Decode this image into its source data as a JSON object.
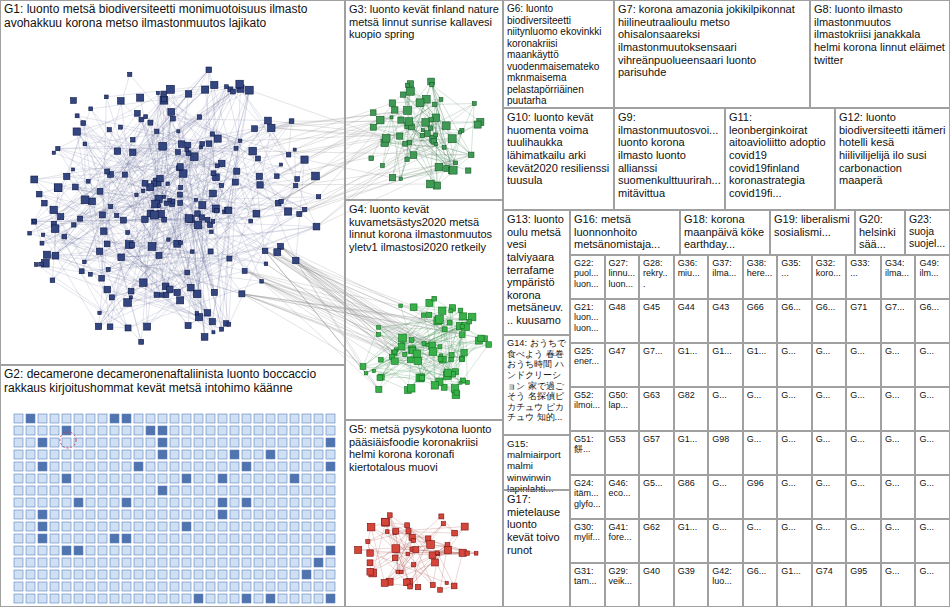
{
  "diagram": {
    "nodes": [
      {
        "text": [
          "G1: luonto metsä biodiversiteetti monimuotoisuus ilmasto avohakkuu korona metso ilmastonmuutos lajikato"
        ]
      },
      {
        "text": [
          "G2: decamerone decameronenaftaliinista luonto boccaccio rakkaus kirjoitushommat kevät metsä intohimo käänne"
        ]
      },
      {
        "text": [
          "G3: luonto kevät finland nature metsä linnut sunrise kallavesi kuopio spring"
        ]
      },
      {
        "text": [
          "G4: luonto kevät kuvametsästys2020 metsä linnut korona ilmastonmuutos yletv1 ilmastosi2020 retkeily"
        ]
      },
      {
        "text": [
          "G5: metsä pysykotona luonto pääsiäisfoodie koronakriisi helmi korona koronafi kiertotalous muovi"
        ]
      },
      {
        "text": [
          "G6: luonto biodiversiteetti niitynluomo ekovinkki koronakriisi maankäyttö vuodenmaisemateko mknmaisema pelastapörriäinen puutarha"
        ]
      },
      {
        "text": [
          "G7: korona amazonia jokikilpikonnat hiilineutraalioulu metso ohisalonsaareksi ilmastonmuutoksensaari vihreänpuolueensaari luonto parisuhde"
        ]
      },
      {
        "text": [
          "G8: luonto ilmasto ilmastonmuutos ilmastokriisi janakkala helmi korona linnut eläimet twitter"
        ]
      },
      {
        "text": [
          "G10: luonto kevät huomenta voima tuulihaukka lähimatkailu arki kevät2020 resilienssi tuusula"
        ]
      },
      {
        "text": [
          "G9: ilmastonmuutosvoi... luonto korona ilmasto luonto allianssi suomenkulttuurirah... mitävittua"
        ]
      },
      {
        "text": [
          "G11: leonberginkoirat aitoavioliitto adoptio covid19 covid19finland koronastrategia covid19fi..."
        ]
      },
      {
        "text": [
          "G12: luonto biodiversiteetti itämeri hotelli kesä hiilivilijelijä ilo susi carbonaction maaperä"
        ]
      },
      {
        "text": [
          "G13: luonto oulu metsä vesi talviyaara terrafame ympäristö korona metsäneuv... kuusamo"
        ]
      },
      {
        "text": [
          "G16: metsä luonnonhoito metsänomistaja..."
        ]
      },
      {
        "text": [
          "G18: korona maanpäivä köke earthday..."
        ]
      },
      {
        "text": [
          "G19: liberalismi sosialismi..."
        ]
      },
      {
        "text": [
          "G20: helsinki sää..."
        ]
      },
      {
        "text": [
          "G23: suoja suojel..."
        ]
      },
      {
        "text": [
          "G14: おうちで食べよう 春巻 おうち時間 ハンドクリーション 家で過ごそう 名探偵ピカチュウ ピカチュウ 知的..."
        ]
      },
      {
        "text": [
          "G15: malmiairport malmi winwinwin lapinlahti..."
        ]
      },
      {
        "text": [
          "G17: mietelause luonto kevät toivo runot"
        ]
      },
      {
        "text": [
          "G22: puol... luon..."
        ]
      },
      {
        "text": [
          "G27: linnu... luon..."
        ]
      },
      {
        "text": [
          "G28: rekry..."
        ]
      },
      {
        "text": [
          "G36: miu..."
        ]
      },
      {
        "text": [
          "G37: ilma..."
        ]
      },
      {
        "text": [
          "G38: here..."
        ]
      },
      {
        "text": [
          "G35: ..."
        ]
      },
      {
        "text": [
          "G32: koro..."
        ]
      },
      {
        "text": [
          "G33: ..."
        ]
      },
      {
        "text": [
          "G34: ilma..."
        ]
      },
      {
        "text": [
          "G49: ilm..."
        ]
      },
      {
        "text": [
          "G21: luon... luon..."
        ]
      },
      {
        "text": [
          "G48"
        ]
      },
      {
        "text": [
          "G45"
        ]
      },
      {
        "text": [
          "G44"
        ]
      },
      {
        "text": [
          "G43"
        ]
      },
      {
        "text": [
          "G66"
        ]
      },
      {
        "text": [
          "G6..."
        ]
      },
      {
        "text": [
          "G6..."
        ]
      },
      {
        "text": [
          "G71"
        ]
      },
      {
        "text": [
          "G7..."
        ]
      },
      {
        "text": [
          "G6..."
        ]
      },
      {
        "text": [
          "G25: ener..."
        ]
      },
      {
        "text": [
          "G47"
        ]
      },
      {
        "text": [
          "G7..."
        ]
      },
      {
        "text": [
          "G1..."
        ]
      },
      {
        "text": [
          "G1..."
        ]
      },
      {
        "text": [
          "G1..."
        ]
      },
      {
        "text": [
          "G..."
        ]
      },
      {
        "text": [
          "G..."
        ]
      },
      {
        "text": [
          "G..."
        ]
      },
      {
        "text": [
          "G..."
        ]
      },
      {
        "text": [
          "G..."
        ]
      },
      {
        "text": [
          "G52: ilmoi..."
        ]
      },
      {
        "text": [
          "G50: lap..."
        ]
      },
      {
        "text": [
          "G63"
        ]
      },
      {
        "text": [
          "G82"
        ]
      },
      {
        "text": [
          "G..."
        ]
      },
      {
        "text": [
          "G..."
        ]
      },
      {
        "text": [
          "G..."
        ]
      },
      {
        "text": [
          "G..."
        ]
      },
      {
        "text": [
          "G..."
        ]
      },
      {
        "text": [
          "G..."
        ]
      },
      {
        "text": [
          "G..."
        ]
      },
      {
        "text": [
          "G51: 餅..."
        ]
      },
      {
        "text": [
          "G53"
        ]
      },
      {
        "text": [
          "G57"
        ]
      },
      {
        "text": [
          "G1..."
        ]
      },
      {
        "text": [
          "G98"
        ]
      },
      {
        "text": [
          "G..."
        ]
      },
      {
        "text": [
          "G..."
        ]
      },
      {
        "text": [
          "G..."
        ]
      },
      {
        "text": [
          "G..."
        ]
      },
      {
        "text": [
          "G..."
        ]
      },
      {
        "text": [
          "G..."
        ]
      },
      {
        "text": [
          "G24: itäm... glyfo..."
        ]
      },
      {
        "text": [
          "G46: eco..."
        ]
      },
      {
        "text": [
          "G5..."
        ]
      },
      {
        "text": [
          "G86"
        ]
      },
      {
        "text": [
          "G..."
        ]
      },
      {
        "text": [
          "G96"
        ]
      },
      {
        "text": [
          "G..."
        ]
      },
      {
        "text": [
          "G..."
        ]
      },
      {
        "text": [
          "G..."
        ]
      },
      {
        "text": [
          "G..."
        ]
      },
      {
        "text": [
          "G..."
        ]
      },
      {
        "text": [
          "G30: mylif..."
        ]
      },
      {
        "text": [
          "G41: fore..."
        ]
      },
      {
        "text": [
          "G62"
        ]
      },
      {
        "text": [
          "G1..."
        ]
      },
      {
        "text": [
          "G..."
        ]
      },
      {
        "text": [
          "G..."
        ]
      },
      {
        "text": [
          "G..."
        ]
      },
      {
        "text": [
          "G..."
        ]
      },
      {
        "text": [
          "G..."
        ]
      },
      {
        "text": [
          "G..."
        ]
      },
      {
        "text": [
          "G..."
        ]
      },
      {
        "text": [
          "G31: tam..."
        ]
      },
      {
        "text": [
          "G29: veik..."
        ]
      },
      {
        "text": [
          "G40"
        ]
      },
      {
        "text": [
          "G39"
        ]
      },
      {
        "text": [
          "G42: luo..."
        ]
      },
      {
        "text": [
          "G6..."
        ]
      },
      {
        "text": [
          "G1..."
        ]
      },
      {
        "text": [
          "G74"
        ]
      },
      {
        "text": [
          "G95"
        ]
      },
      {
        "text": [
          "G..."
        ]
      },
      {
        "text": [
          "G..."
        ]
      }
    ]
  }
}
